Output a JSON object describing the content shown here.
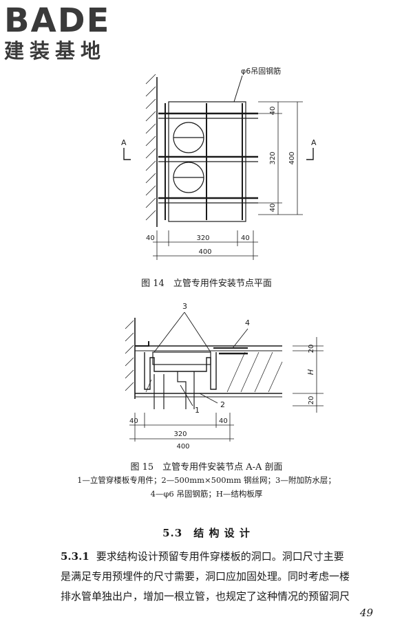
{
  "logo": {
    "word": "BADE",
    "subtitle": "建装基地"
  },
  "figure14": {
    "label": "φ6吊固钢筋",
    "dim_40": "40",
    "dim_320": "320",
    "dim_400": "400",
    "section_mark": "A",
    "caption": "图 14　立管专用件安装节点平面"
  },
  "figure15": {
    "callouts": [
      "1",
      "2",
      "3",
      "4"
    ],
    "dim_20": "20",
    "dim_h": "H",
    "dim_40": "40",
    "dim_320": "320",
    "dim_400": "400",
    "caption": "图 15　立管专用件安装节点 A-A 剖面",
    "note_line1": "1—立管穿楼板专用件；2—500mm×500mm 钢丝网；3—附加防水层；",
    "note_line2": "4—φ6 吊固钢筋；H—结构板厚"
  },
  "section": {
    "number": "5.3",
    "title": "结 构 设 计"
  },
  "clause": {
    "number": "5.3.1",
    "line1": "要求结构设计预留专用件穿楼板的洞口。洞口尺寸主要",
    "line2": "是满足专用预埋件的尺寸需要，洞口应加固处理。同时考虑一楼",
    "line3": "排水管单独出户，增加一根立管，也规定了这种情况的预留洞尺"
  },
  "page_number": "49",
  "colors": {
    "logo": "#3a3a3a",
    "logo_accent": "#e8572a",
    "ink": "#1a1a1a"
  }
}
